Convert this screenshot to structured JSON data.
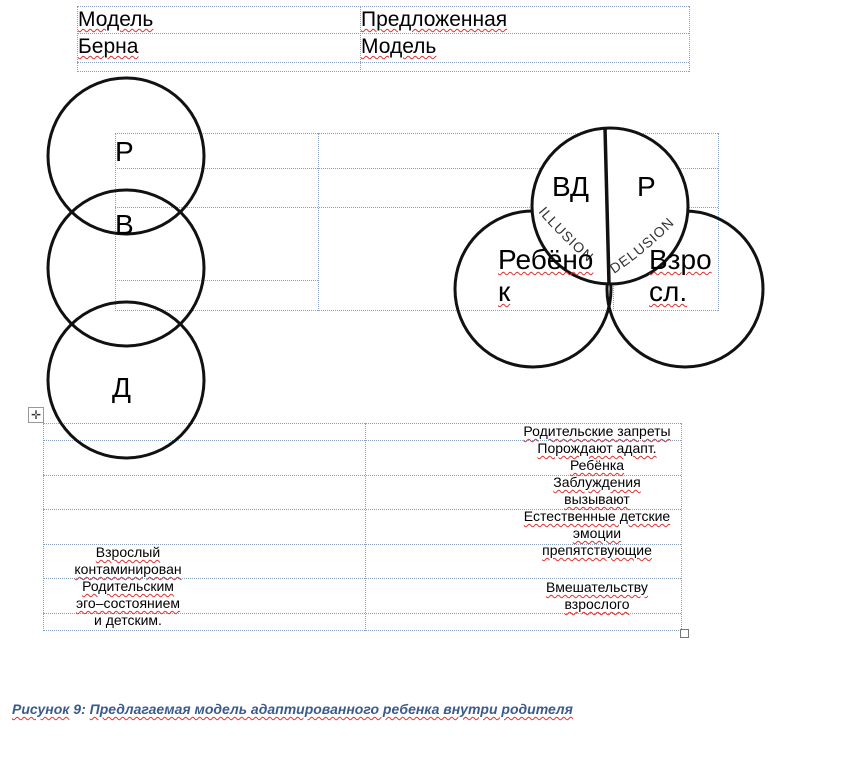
{
  "header_table": {
    "row1": [
      "Модель",
      "Предложенная"
    ],
    "row2": [
      "Берна",
      "Модель"
    ]
  },
  "berne_model": {
    "circles": [
      "Р",
      "В",
      "Д"
    ]
  },
  "proposed_model": {
    "top_left": "ВД",
    "top_right": "Р",
    "bottom_left": [
      "Ребёно",
      "к"
    ],
    "bottom_right": [
      "Взро",
      "сл."
    ],
    "arc_left": "ILLUSION",
    "arc_right": "DELUSION"
  },
  "bottom_table": {
    "left_lines": [
      "Взрослый",
      "контаминирован",
      "Родительским",
      "эго–состоянием",
      "и детским."
    ],
    "right_lines": [
      "Родительские запреты",
      "Порождают адапт.",
      "Ребёнка",
      "Заблуждения",
      "вызывают",
      "Естественные детские",
      "эмоции",
      "препятствующие",
      "Вмешательству",
      "взрослого"
    ]
  },
  "caption": {
    "prefix": "Рисунок",
    "number": "9:",
    "text": "Предлагаемая модель адаптированного ребенка внутри родителя"
  },
  "icons": [
    "table-move-icon",
    "table-resize-icon"
  ]
}
